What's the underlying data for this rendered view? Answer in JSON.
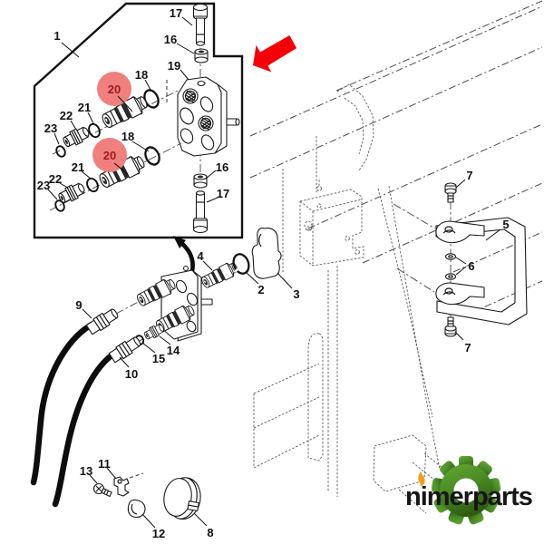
{
  "diagram": {
    "kind": "exploded-parts-diagram",
    "parts": {
      "n1": "1",
      "n2": "2",
      "n3": "3",
      "n4": "4",
      "n5": "5",
      "n6": "6",
      "n7": "7",
      "n8": "8",
      "n9": "9",
      "n10": "10",
      "n11": "11",
      "n12": "12",
      "n13": "13",
      "n14": "14",
      "n15": "15",
      "n16": "16",
      "n17": "17",
      "n18": "18",
      "n19": "19",
      "n20": "20",
      "n21": "21",
      "n22": "22",
      "n23": "23"
    },
    "highlighted_parts": [
      "20"
    ],
    "detail_box_label": "1"
  },
  "colors": {
    "background": "#ffffff",
    "line": "#1a1a1a",
    "phantom_line": "#4a4a4a",
    "highlight_fill": "#f0807d",
    "highlight_text": "#9b1b1b",
    "red_arrow": "#f30008",
    "gear_dark": "#2e5c13",
    "gear_mid": "#4c8f26",
    "gear_light": "#63a832",
    "flame_orange": "#f0a01c",
    "brand_text": "#161616"
  },
  "logo": {
    "brand": "nimerparts",
    "icons": [
      "gear-logo-icon",
      "flame-icon"
    ]
  },
  "annotations": {
    "icons": [
      "red-arrow-icon",
      "curved-arrow-icon",
      "highlight-circle"
    ]
  }
}
